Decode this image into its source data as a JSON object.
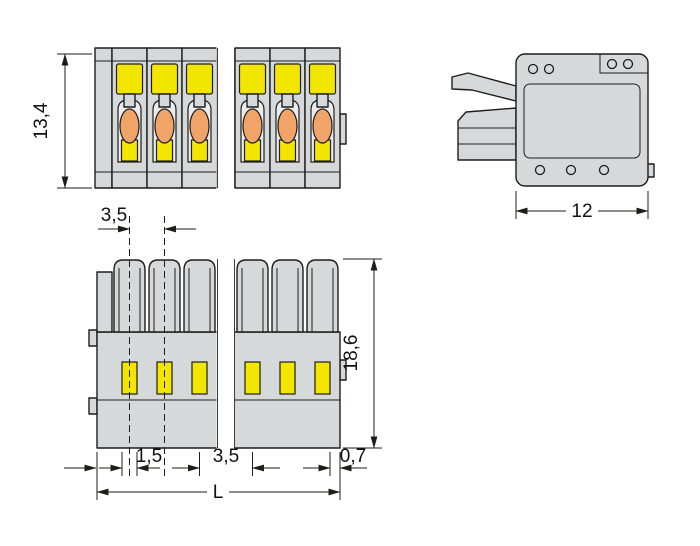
{
  "drawing": {
    "dimensions": {
      "front_height": "13,4",
      "pitch_top": "3,5",
      "side_width": "12",
      "bottom_height": "18,6",
      "slot_width": "1,5",
      "pitch_bottom": "3,5",
      "edge_offset": "0,7",
      "total_length": "L"
    },
    "colors": {
      "body_gray": "#d6d9da",
      "recess_gray": "#e9ebec",
      "button_yellow": "#f2e600",
      "actuator_orange": "#f0a468",
      "line_black": "#1d1d1b",
      "background": "#ffffff"
    }
  }
}
